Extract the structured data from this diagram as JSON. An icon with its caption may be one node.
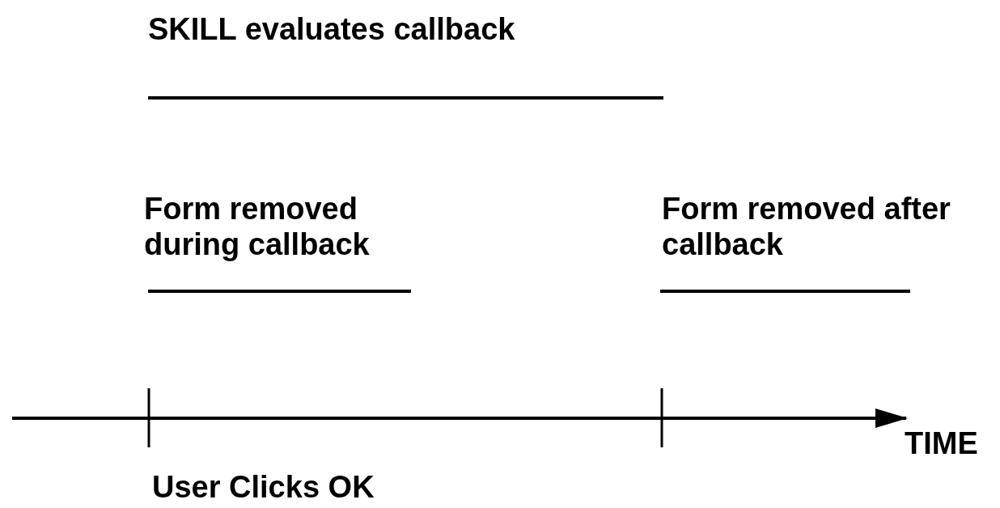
{
  "diagram": {
    "labels": [
      "SKILL evaluates callback",
      "Form removed during callback",
      "Form removed after callback",
      "TIME",
      "User Clicks OK"
    ]
  }
}
